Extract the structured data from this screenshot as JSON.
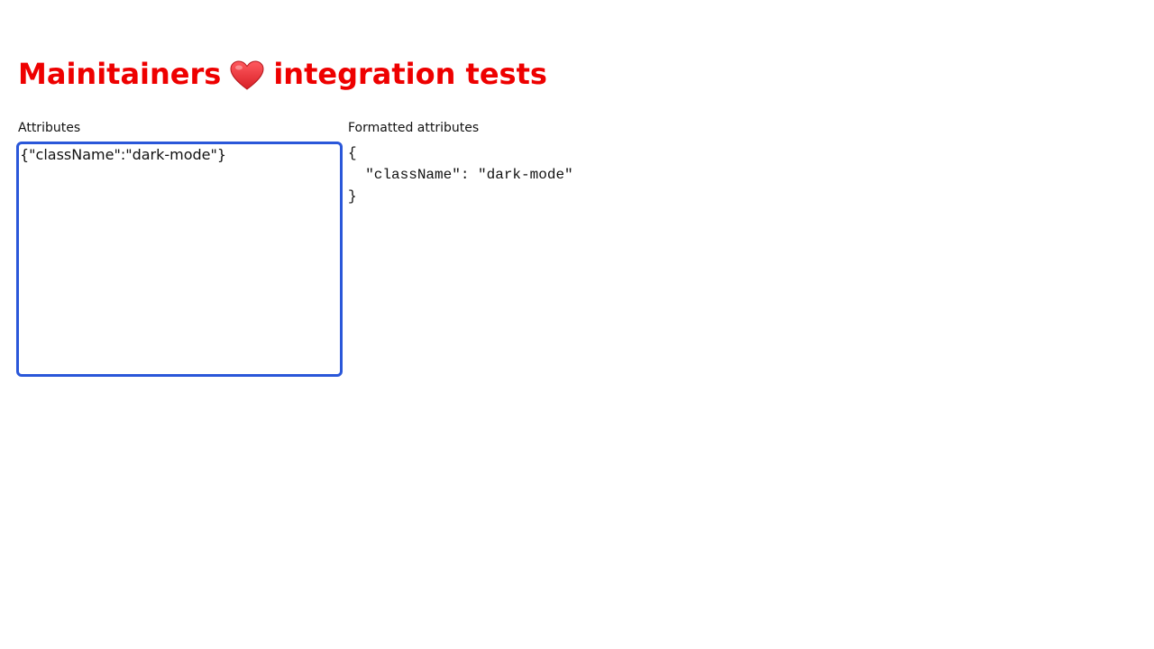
{
  "header": {
    "title_prefix": "Mainitainers",
    "title_icon": "red-heart-icon",
    "title_suffix": "integration tests",
    "title_color": "#ee0000"
  },
  "attributes": {
    "label": "Attributes",
    "value": "{\"className\":\"dark-mode\"}",
    "focus_color": "#2a57d9"
  },
  "formatted": {
    "label": "Formatted attributes",
    "text": "{\n  \"className\": \"dark-mode\"\n}"
  }
}
